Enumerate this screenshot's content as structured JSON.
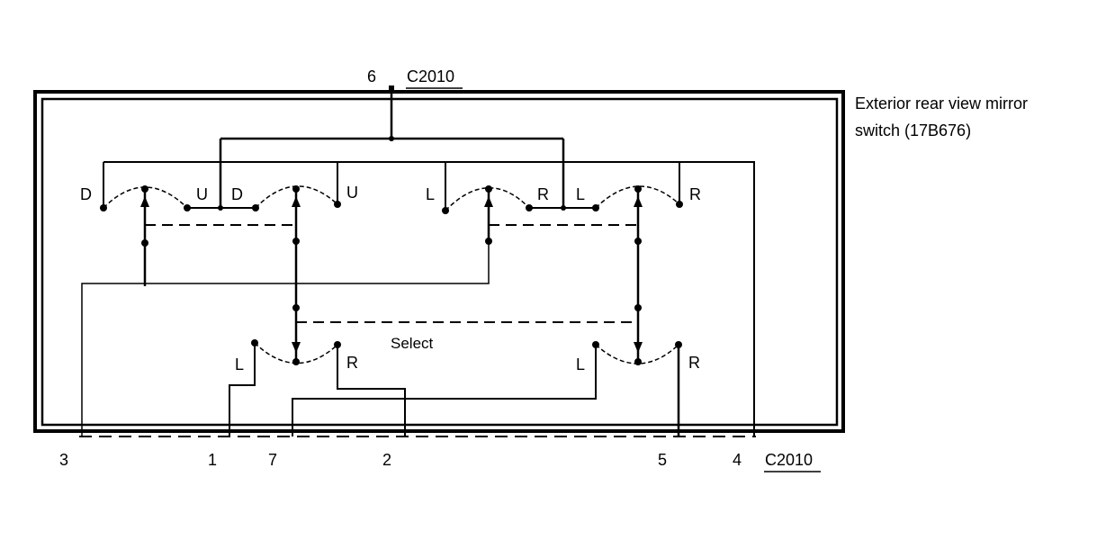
{
  "connector_top": {
    "pin": "6",
    "name": "C2010"
  },
  "component": {
    "line1": "Exterior  rear view mirror",
    "line2": "switch (17B676)"
  },
  "switch_labels": {
    "ud1_left": "D",
    "ud1_right": "U",
    "ud2_left": "D",
    "ud2_right": "U",
    "lr1_left": "L",
    "lr1_right": "R",
    "lr2_left": "L",
    "lr2_right": "R"
  },
  "select": {
    "label": "Select",
    "left_l": "L",
    "left_r": "R",
    "right_l": "L",
    "right_r": "R"
  },
  "connector_bottom": {
    "pins": [
      "3",
      "1",
      "7",
      "2",
      "5",
      "4"
    ],
    "name": "C2010"
  },
  "colors": {
    "line": "#000000",
    "background": "#ffffff"
  }
}
